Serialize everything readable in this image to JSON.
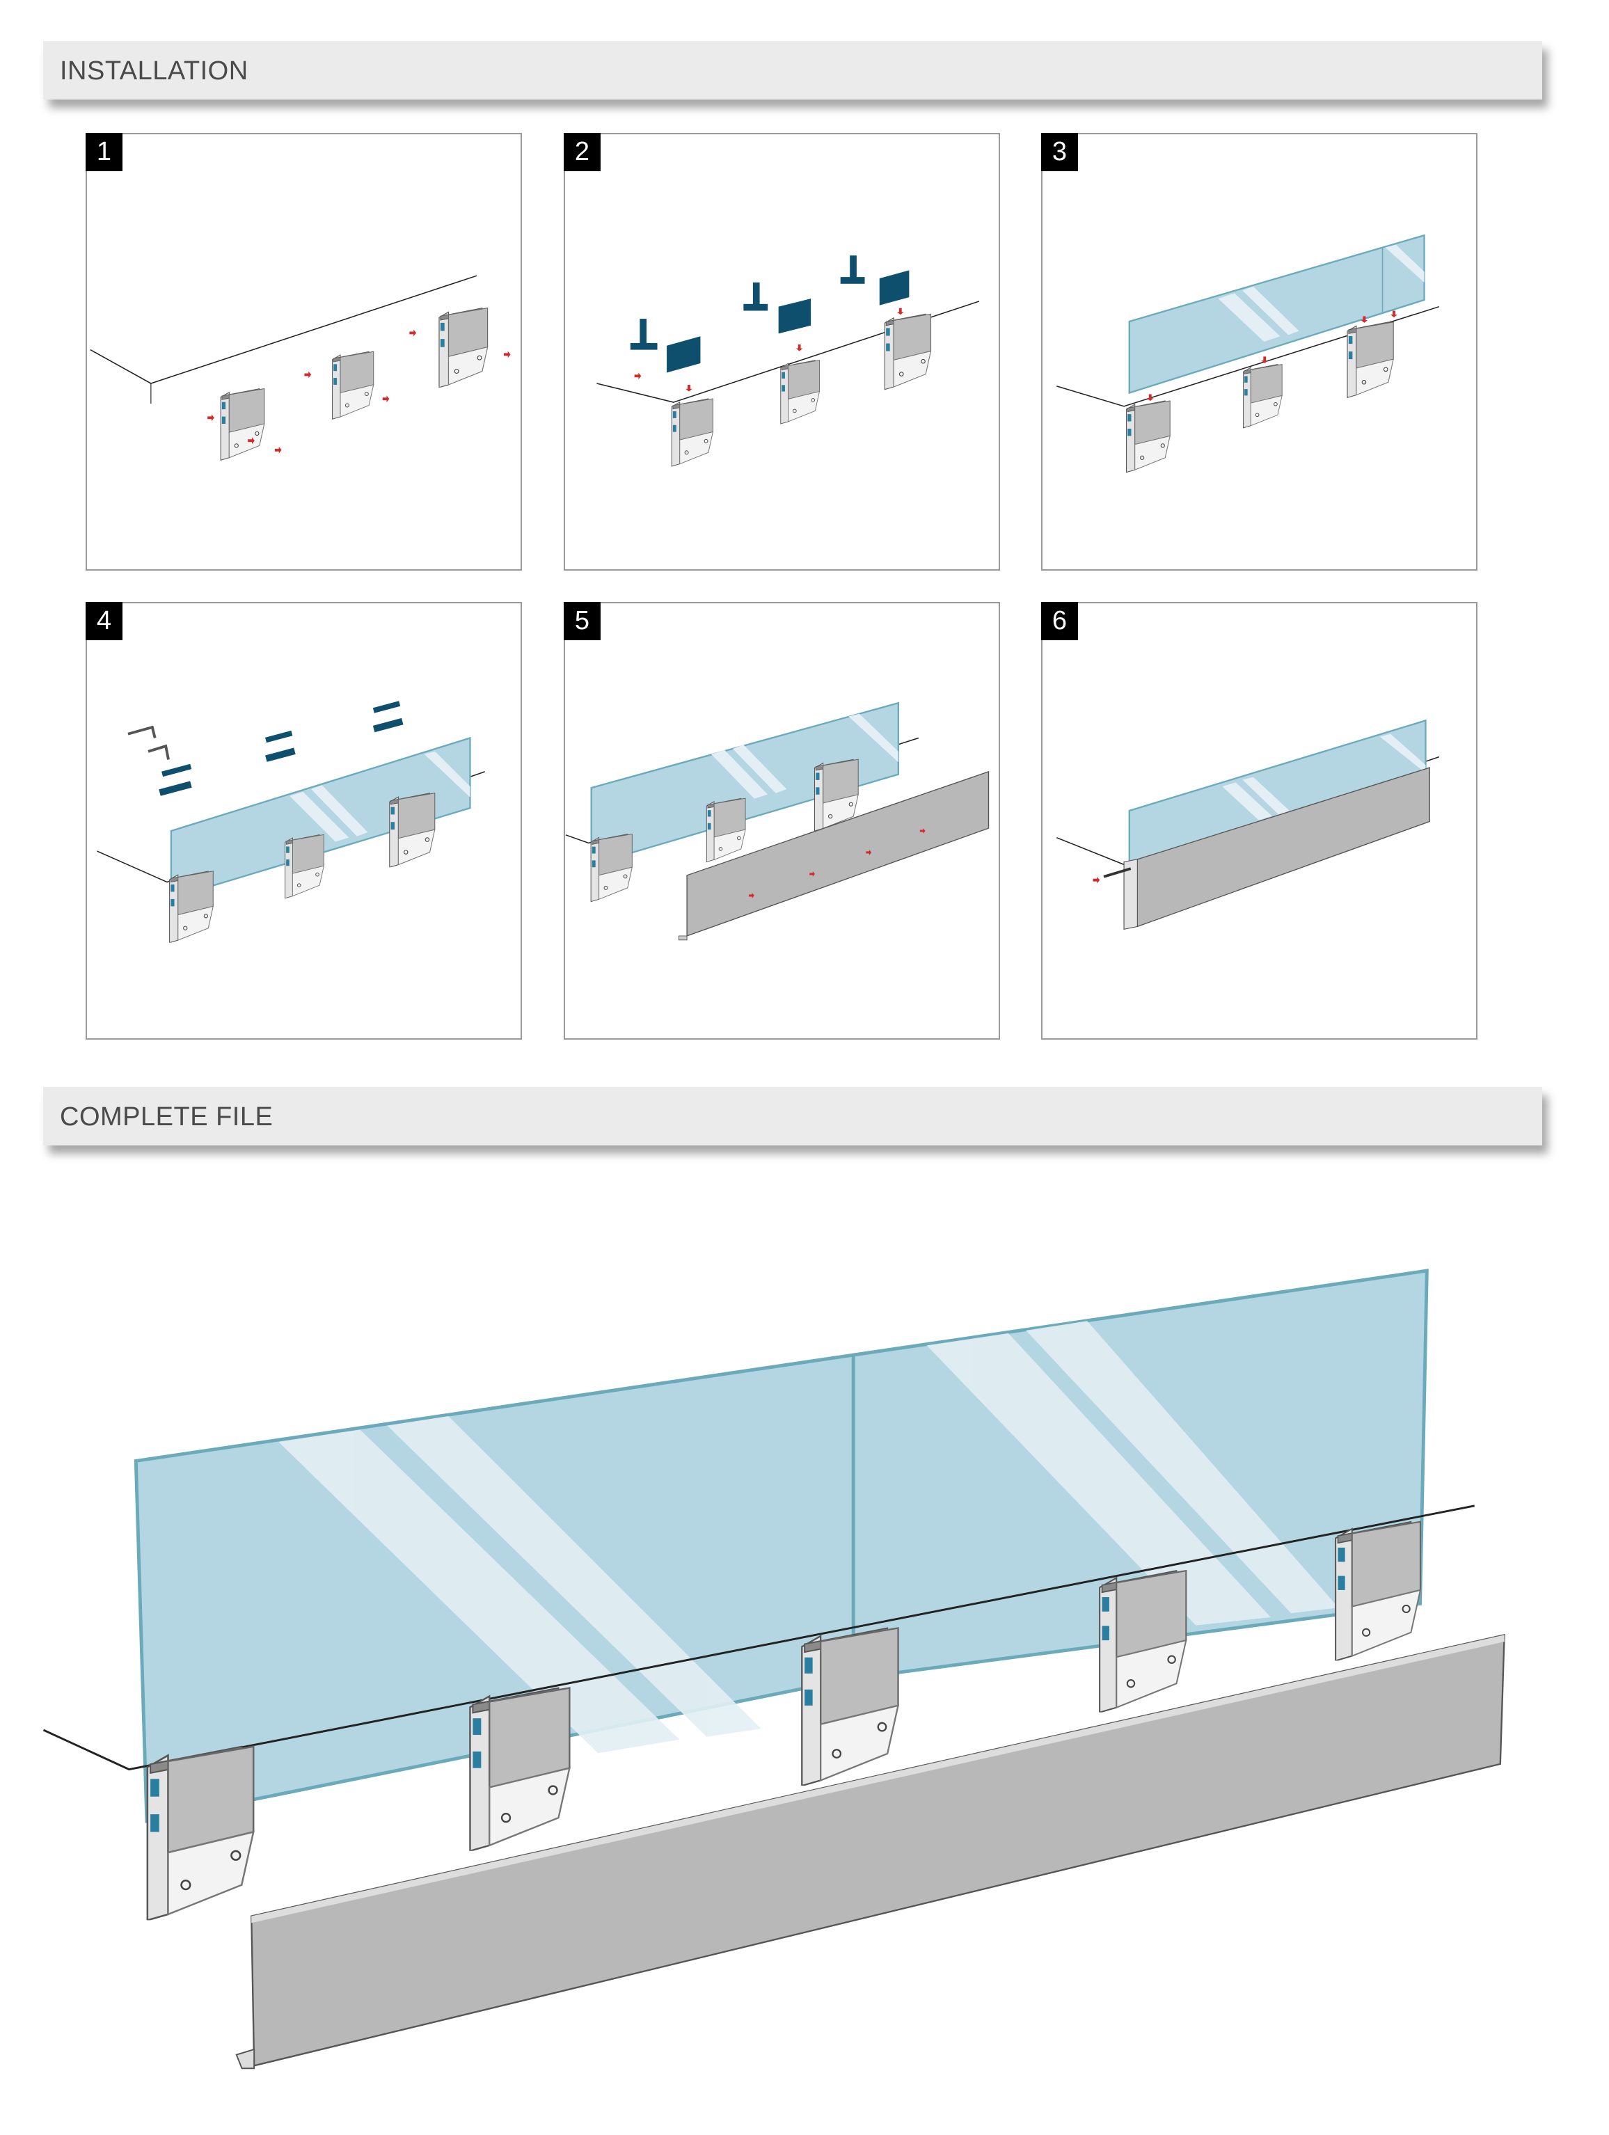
{
  "installation": {
    "title": "INSTALLATION",
    "steps": [
      {
        "number": "1"
      },
      {
        "number": "2"
      },
      {
        "number": "3"
      },
      {
        "number": "4"
      },
      {
        "number": "5"
      },
      {
        "number": "6"
      }
    ]
  },
  "complete": {
    "title": "COMPLETE FILE"
  },
  "colors": {
    "glass": "#b3d6e2",
    "glass_edge": "#6aaabb",
    "fitting_blue": "#0e4f6e",
    "arrow_red": "#d42a2a",
    "header_bg": "#ebebeb"
  }
}
